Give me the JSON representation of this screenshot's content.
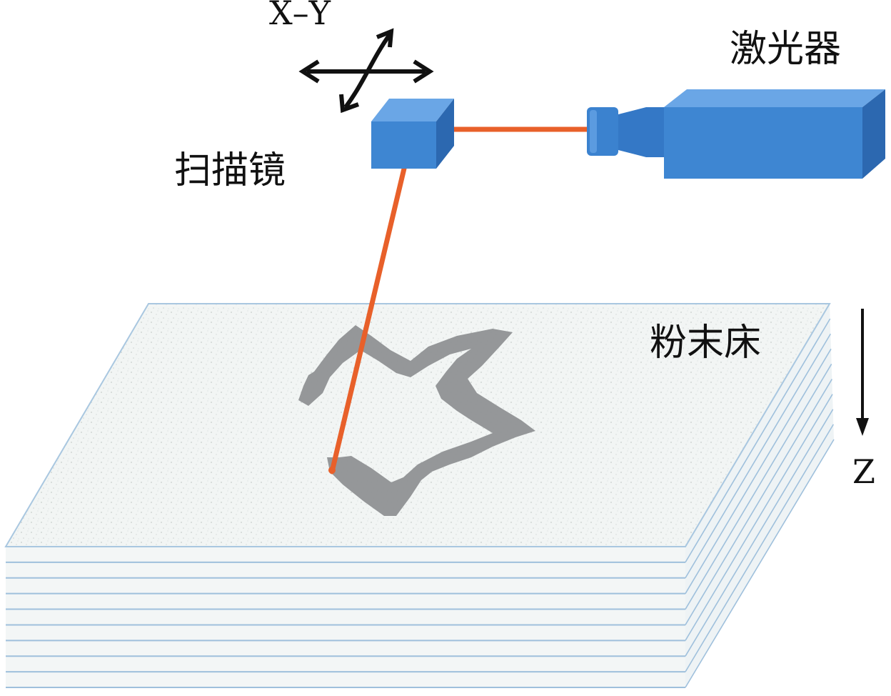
{
  "labels": {
    "xy_axis": "X–Y",
    "laser": "激光器",
    "scanner": "扫描镜",
    "powder_bed": "粉末床",
    "z_axis": "Z"
  },
  "colors": {
    "device_blue": "#3e86d2",
    "device_blue_dark": "#2c68b0",
    "device_blue_light": "#6aa6e6",
    "beam": "#e8602a",
    "powder": "#f1f4f3",
    "layer_edge": "#9fc0dc",
    "part_gray": "#8e9093",
    "arrow": "#111111"
  },
  "icons": {
    "xy_motion": "two-axis-arrow-icon",
    "z_motion": "down-arrow-icon"
  },
  "powder_bed": {
    "layer_count": 9
  }
}
